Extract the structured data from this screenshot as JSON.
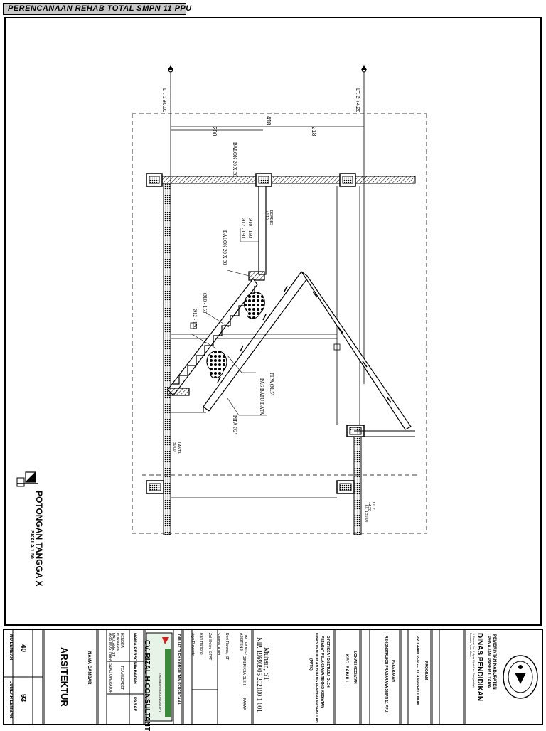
{
  "header": {
    "title": "PERENCANAAN REHAB TOTAL SMPN 11 PPU"
  },
  "drawing": {
    "title": "POTONGAN TANGGA X",
    "scale": "SKALA 1:50",
    "levels": {
      "lt1": {
        "label": "LT. 1",
        "sub": "±0.00"
      },
      "lt2": {
        "label": "LT. 2",
        "sub": "+4.20"
      },
      "bordes": {
        "label": "BORDES",
        "sub": "+2.10"
      },
      "kepala_lt2": {
        "label": "LT. 2",
        "sub": "+4.20"
      },
      "lantai": {
        "label": "LANTAI",
        "sub": "±0.00"
      },
      "left_lt1": {
        "label": "LT. 1",
        "sub": "±0.00"
      }
    },
    "dims": {
      "total": "418",
      "left": "200",
      "right": "218"
    },
    "annotations": {
      "balok_top": "BALOK 20 X 30",
      "balok_mid": "BALOK 20 X 30",
      "tul1": "Ø10 - 150",
      "tul2": "Ø12 - 150",
      "tul3": "Ø10 - 150",
      "tul4": "Ø12 - 150",
      "pipa1": "PIPA Ø1.5\"",
      "pas_batu": "PAS BATU BATA",
      "pipa2": "PIPA Ø2\""
    }
  },
  "titleblock": {
    "agency": {
      "line1": "PEMERINTAH KABUPATEN",
      "line2": "PENAJAM PASER UTARA",
      "line3": "DINAS PENDIDIKAN",
      "line4": "Jl. Provinsi Km. 9 Nipah-Nipah Kec. Penajam Kab. Penajam Paser Utara"
    },
    "program_label": "PROGRAM",
    "program_value": "PROGRAM PENGELOLAAN PENDIDIKAN",
    "pekerjaan_label": "PEKERJAAN",
    "pekerjaan_value": "REKONSTRUKSI PRASARANA SMPN 11 PPU",
    "lokasi_label": "LOKASI KEGIATAN",
    "lokasi_value": "KEC. BABULU",
    "approval": {
      "line1": "DIPERIKSA / DISETUJUI OLEH:",
      "line2": "PEJABAT PELAKSANA TEKNIS KEGIATAN",
      "line3": "DINAS PENDIDIKAN BIDANG PEMBINAAN SEKOLAH",
      "line4": "(PPTK)"
    },
    "signer_name": "Muhsin, ST",
    "signer_nip": "NIP. 19690905 202100 1 001",
    "team": {
      "header_left": "TIM TEKNIS / ASISTENSI",
      "header_mid": "DIPERIKSA OLEH",
      "header_right": "PARAF",
      "names": [
        "Deni Rahmat, ST",
        "Salmon, A.md",
        "Zul Ikhfan, S.PAT",
        "Rani Harsono",
        "Aryo Purwanto"
      ]
    },
    "consultant": {
      "label": "DIBUAT OLEH KONSULTAN PERENCANA",
      "name": "CV. RIZAL H CONSULTANT",
      "sub": "ENGINEERING CONSULTANT"
    },
    "personnel": {
      "col1_head": "NAMA PERSONIL",
      "col2_head": "JABATAN",
      "col3_head": "PARAF",
      "rows": [
        {
          "name": "HENDRA PURNAMA MAULANA, ST",
          "role": "TEAM LEADER"
        },
        {
          "name": "ARIS MUSTHAFA, ST",
          "role": "CAD OPERATOR"
        }
      ]
    },
    "nama_gambar_label": "NAMA GAMBAR",
    "nama_gambar_value": "ARSITEKTUR",
    "no_lembar_label": "NO LEMBAR",
    "no_lembar_value": "40",
    "jumlah_label": "JUMLAH LEMBAR",
    "jumlah_value": "93"
  }
}
